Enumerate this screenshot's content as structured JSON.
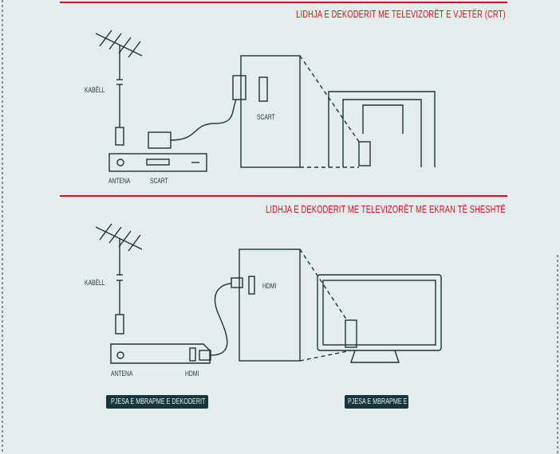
{
  "sections": [
    {
      "title": "LIDHJA E DEKODERIT ME TELEVIZORËT E VJETËR (CRT)",
      "labels": {
        "cable": "KABËLL",
        "antenna": "ANTENA",
        "port_decoder": "SCART",
        "port_tv": "SCART"
      }
    },
    {
      "title": "LIDHJA E DEKODERIT ME TELEVIZORËT ME EKRAN TË SHESHTË",
      "labels": {
        "cable": "KABËLL",
        "antenna": "ANTENA",
        "port_decoder": "HDMI",
        "port_tv": "HDMI"
      }
    }
  ],
  "tags": {
    "decoder_back": "PJESA E MBRAPME E DEKODERIT",
    "tv_back": "PJESA E MBRAPME E TV"
  },
  "colors": {
    "accent": "#d2141e",
    "line": "#1e3336",
    "tag_bg": "#17363b",
    "background": "#e5edec"
  }
}
